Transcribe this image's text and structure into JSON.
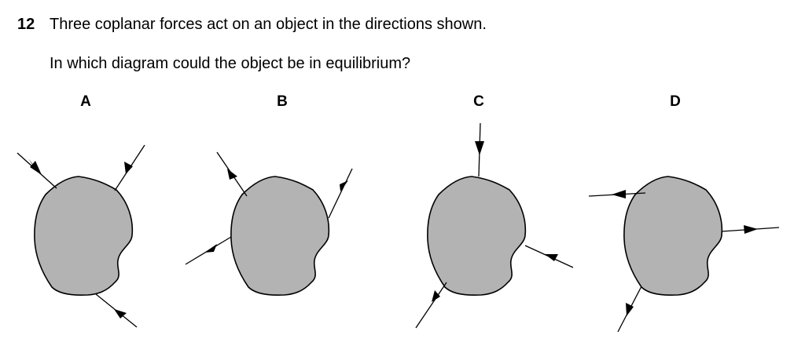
{
  "question": {
    "number": "12",
    "stem": "Three coplanar forces act on an object in the directions shown.",
    "prompt": "In which diagram could the object be in equilibrium?"
  },
  "options": [
    {
      "label": "A"
    },
    {
      "label": "B"
    },
    {
      "label": "C"
    },
    {
      "label": "D"
    }
  ],
  "colors": {
    "object_fill": "#b3b3b3",
    "stroke": "#000000"
  }
}
